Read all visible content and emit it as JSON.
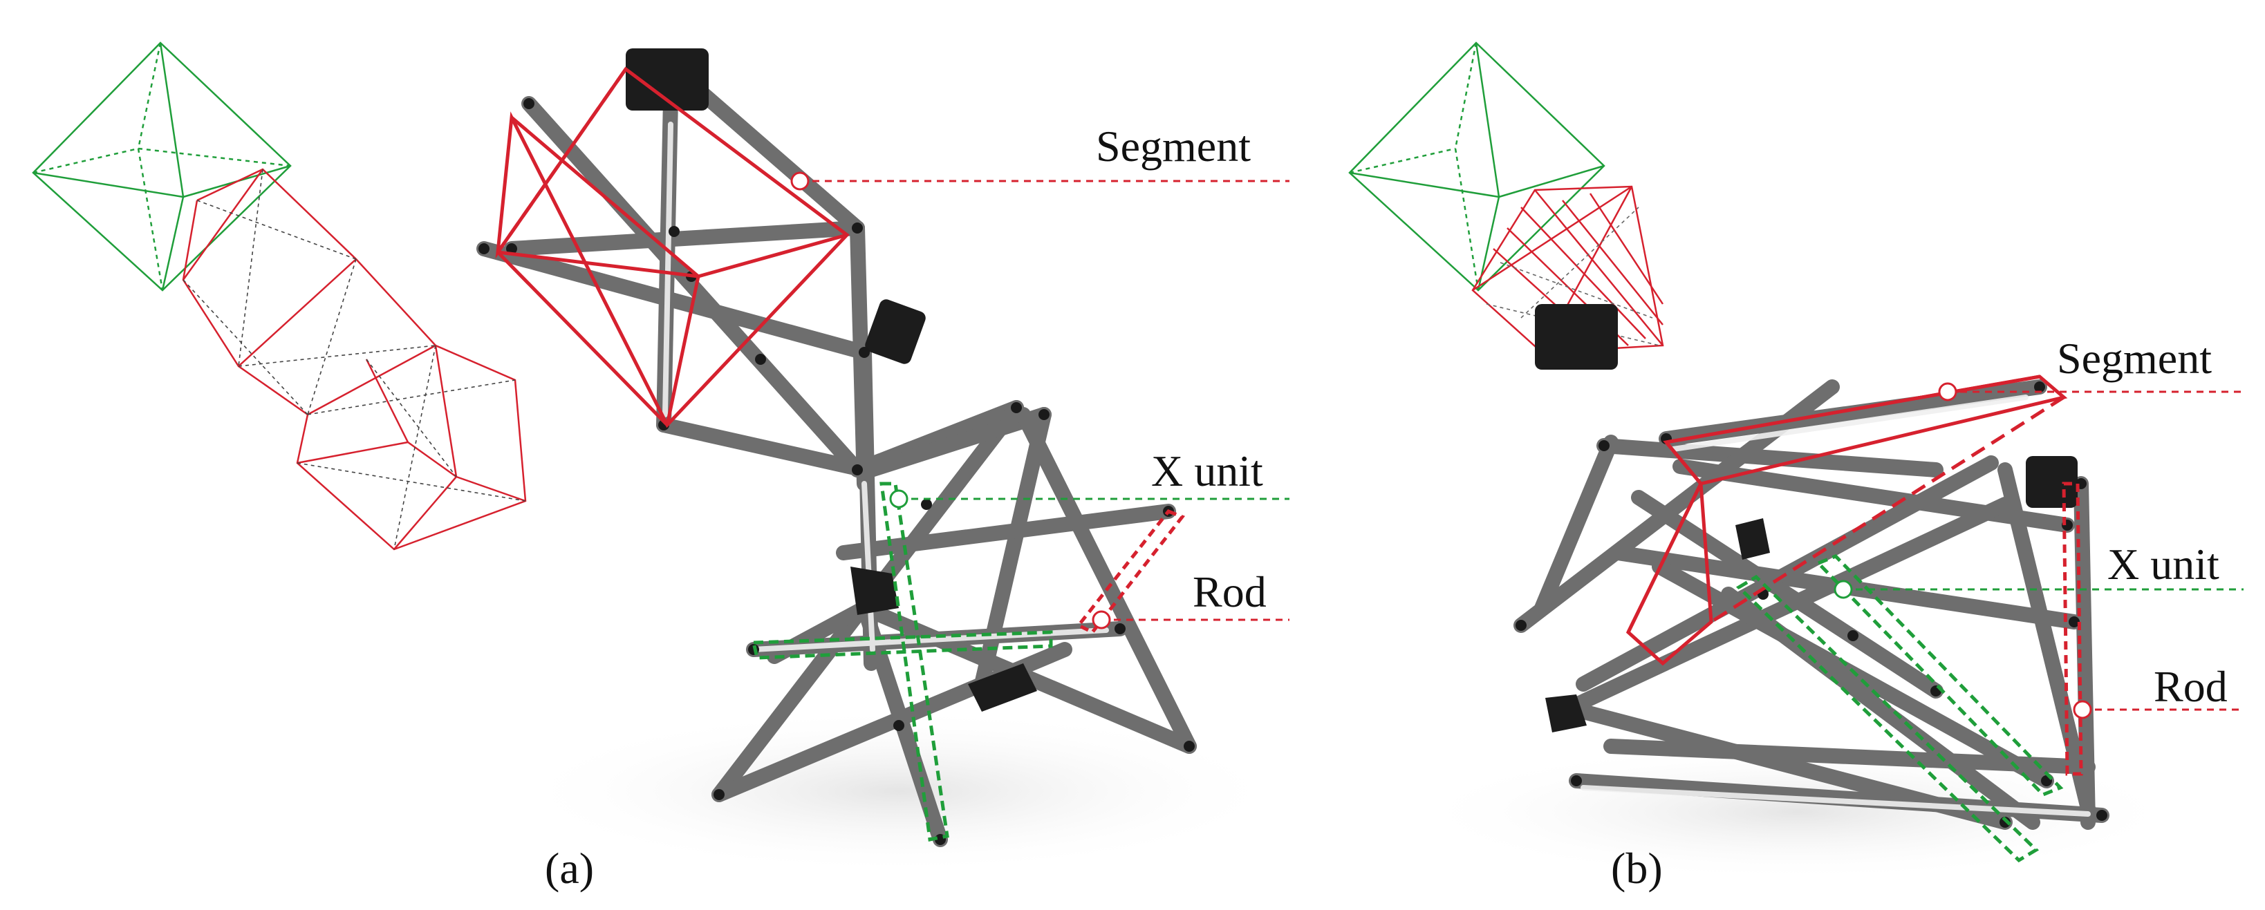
{
  "colors": {
    "segment": "#d6212e",
    "xunit": "#1f9e3a",
    "rod": "#d6212e",
    "frame": "#6e6e6e",
    "joint": "#1a1a1a",
    "ink": "#111111"
  },
  "panels": [
    {
      "caption": "(a)",
      "labels": {
        "segment": "Segment",
        "xunit": "X unit",
        "rod": "Rod"
      }
    },
    {
      "caption": "(b)",
      "labels": {
        "segment": "Segment",
        "xunit": "X unit",
        "rod": "Rod"
      }
    }
  ]
}
